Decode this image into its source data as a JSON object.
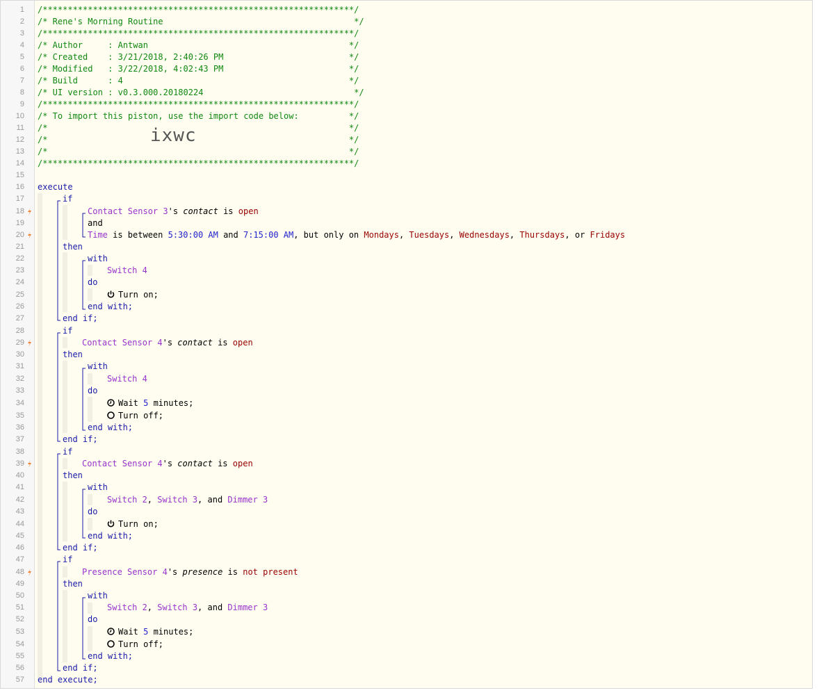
{
  "colors": {
    "comment": "#118811",
    "keyword": "#1a1aa8",
    "device": "#9933cc",
    "value": "#990000",
    "number": "#2222cc",
    "bolt": "#f08030"
  },
  "icons": {
    "trigger": "lightning-bolt-icon",
    "on": "power-icon",
    "wait": "clock-icon",
    "off": "circle-icon"
  },
  "header": {
    "border": "/**************************************************************/",
    "title": "/* Rene's Morning Routine                                      */",
    "author": "/* Author     : Antwan                                        */",
    "created": "/* Created    : 3/21/2018, 2:40:26 PM                         */",
    "modified": "/* Modified   : 3/22/2018, 4:02:43 PM                         */",
    "build": "/* Build      : 4                                             */",
    "ui_version": "/* UI version : v0.3.000.20180224                              */",
    "import_note": "/* To import this piston, use the import code below:          */",
    "blank": "/*                                                            */",
    "import_code_prefix": "/*                                                            */",
    "import_code": "ixwc"
  },
  "kw": {
    "execute": "execute",
    "if": "if",
    "and": "and",
    "then": "then",
    "with": "with",
    "do": "do",
    "end_with": "end with;",
    "end_if": "end if;",
    "end_execute": "end execute;"
  },
  "blocks": {
    "b1": {
      "c1_device": "Contact Sensor 3",
      "c1_s": "'s ",
      "c1_attr": "contact",
      "c1_is": " is ",
      "c1_val": "open",
      "c2_device": "Time",
      "c2_is": " is between ",
      "c2_t1": "5:30:00 AM",
      "c2_and": " and ",
      "c2_t2": "7:15:00 AM",
      "c2_only": ", but only on ",
      "d1": "Mondays",
      "sep1": ", ",
      "d2": "Tuesdays",
      "sep2": ", ",
      "d3": "Wednesdays",
      "sep3": ", ",
      "d4": "Thursdays",
      "sep4": ", or ",
      "d5": "Fridays",
      "with_device": "Switch 4",
      "action": "Turn on;"
    },
    "b2": {
      "device": "Contact Sensor 4",
      "s": "'s ",
      "attr": "contact",
      "is": " is ",
      "val": "open",
      "with_device": "Switch 4",
      "wait_pre": "Wait ",
      "wait_num": "5",
      "wait_post": " minutes;",
      "action": "Turn off;"
    },
    "b3": {
      "device": "Contact Sensor 4",
      "s": "'s ",
      "attr": "contact",
      "is": " is ",
      "val": "open",
      "dev_a": "Switch 2",
      "sep1": ", ",
      "dev_b": "Switch 3",
      "sep2": ", and ",
      "dev_c": "Dimmer 3",
      "action": "Turn on;"
    },
    "b4": {
      "device": "Presence Sensor 4",
      "s": "'s ",
      "attr": "presence",
      "is": " is ",
      "val": "not present",
      "dev_a": "Switch 2",
      "sep1": ", ",
      "dev_b": "Switch 3",
      "sep2": ", and ",
      "dev_c": "Dimmer 3",
      "wait_pre": "Wait ",
      "wait_num": "5",
      "wait_post": " minutes;",
      "action": "Turn off;"
    }
  },
  "line_numbers": [
    "1",
    "2",
    "3",
    "4",
    "5",
    "6",
    "7",
    "8",
    "9",
    "10",
    "11",
    "12",
    "13",
    "14",
    "15",
    "16",
    "17",
    "18",
    "19",
    "20",
    "21",
    "22",
    "23",
    "24",
    "25",
    "26",
    "27",
    "28",
    "29",
    "30",
    "31",
    "32",
    "33",
    "34",
    "35",
    "36",
    "37",
    "38",
    "39",
    "40",
    "41",
    "42",
    "43",
    "44",
    "45",
    "46",
    "47",
    "48",
    "49",
    "50",
    "51",
    "52",
    "53",
    "54",
    "55",
    "56",
    "57"
  ]
}
